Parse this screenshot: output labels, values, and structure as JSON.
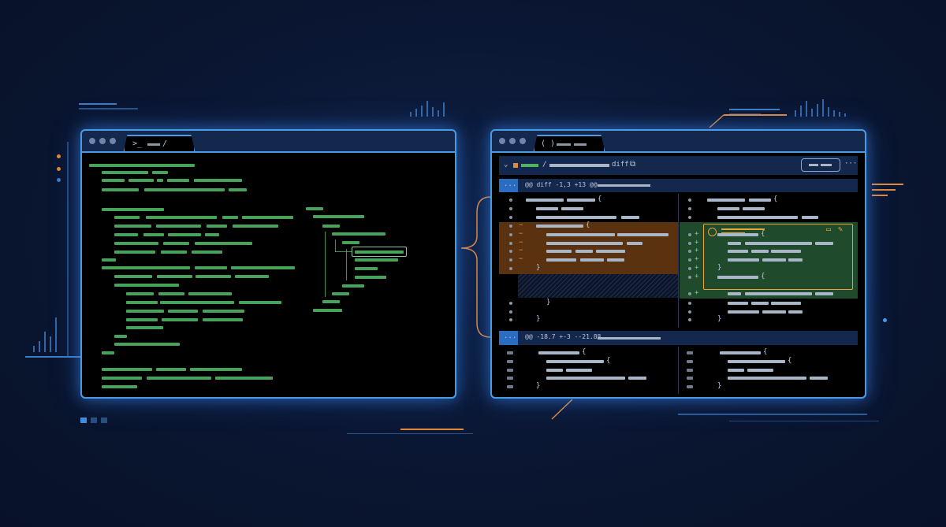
{
  "terminal_window": {
    "tab_icon": "terminal-prompt-icon",
    "tab_prompt": ">_",
    "tab_separator": "/"
  },
  "diff_window": {
    "tab_icon": "braces-icon",
    "tab_braces": "( )",
    "header": {
      "path_separator": "/",
      "file_label": "diff",
      "copy_icon": "copy-icon",
      "more_label": "···",
      "collapse_icon": "chevron-down-icon"
    },
    "hunks": [
      {
        "expand_label": "...",
        "header": "@@ diff -1,3 +13 @@"
      },
      {
        "expand_label": "...",
        "header": "@@ -18.7 +-3 --21.88"
      }
    ],
    "removed_marker": "−",
    "added_marker": "+",
    "comment_icons": [
      "comment-icon",
      "edit-icon"
    ]
  },
  "colors": {
    "accent": "#4a9ae6",
    "removed_bg": "#5a3210",
    "added_bg": "#1f4a2c",
    "annotation": "#e8a23a",
    "code_green": "#4fb564"
  }
}
